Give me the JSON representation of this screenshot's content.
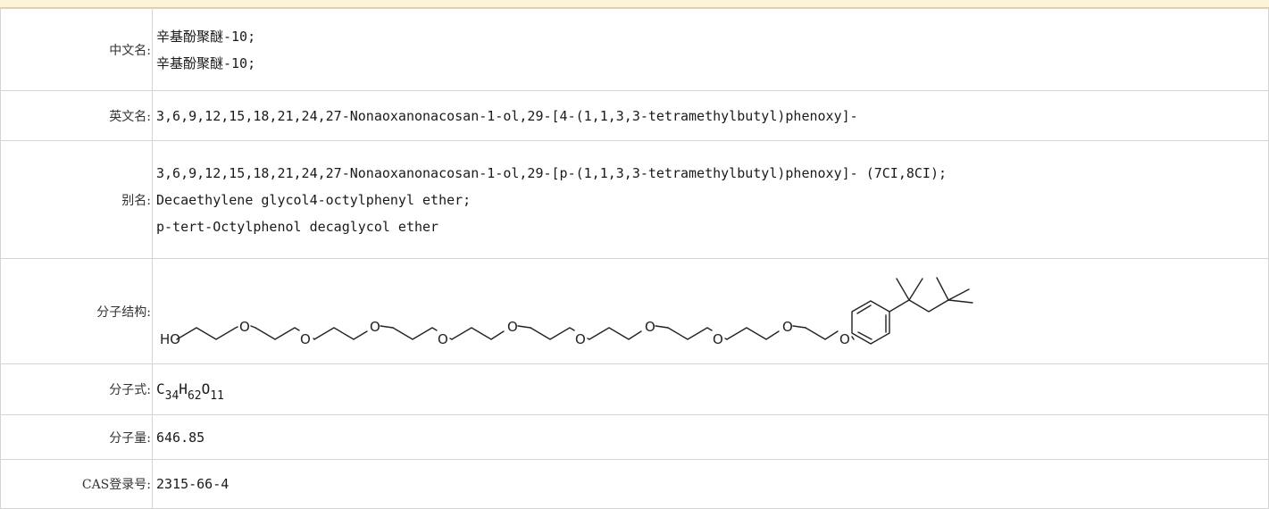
{
  "rows": [
    {
      "label": "中文名:",
      "lines": [
        "辛基酚聚醚-10;",
        "辛基酚聚醚-10;"
      ]
    },
    {
      "label": "英文名:",
      "lines": [
        "3,6,9,12,15,18,21,24,27-Nonaoxanonacosan-1-ol,29-[4-(1,1,3,3-tetramethylbutyl)phenoxy]-"
      ]
    },
    {
      "label": "别名:",
      "lines": [
        "3,6,9,12,15,18,21,24,27-Nonaoxanonacosan-1-ol,29-[p-(1,1,3,3-tetramethylbutyl)phenoxy]- (7CI,8CI);",
        "Decaethylene glycol4-octylphenyl ether;",
        "p-tert-Octylphenol decaglycol ether"
      ]
    },
    {
      "label": "分子结构:",
      "structure": {
        "ho_label": "HO",
        "oxygen_label": "O"
      }
    },
    {
      "label": "分子式:",
      "formula": {
        "c": "C",
        "c_n": "34",
        "h": "H",
        "h_n": "62",
        "o": "O",
        "o_n": "11"
      }
    },
    {
      "label": "分子量:",
      "value": "646.85"
    },
    {
      "label": "CAS登录号:",
      "value": "2315-66-4"
    }
  ]
}
